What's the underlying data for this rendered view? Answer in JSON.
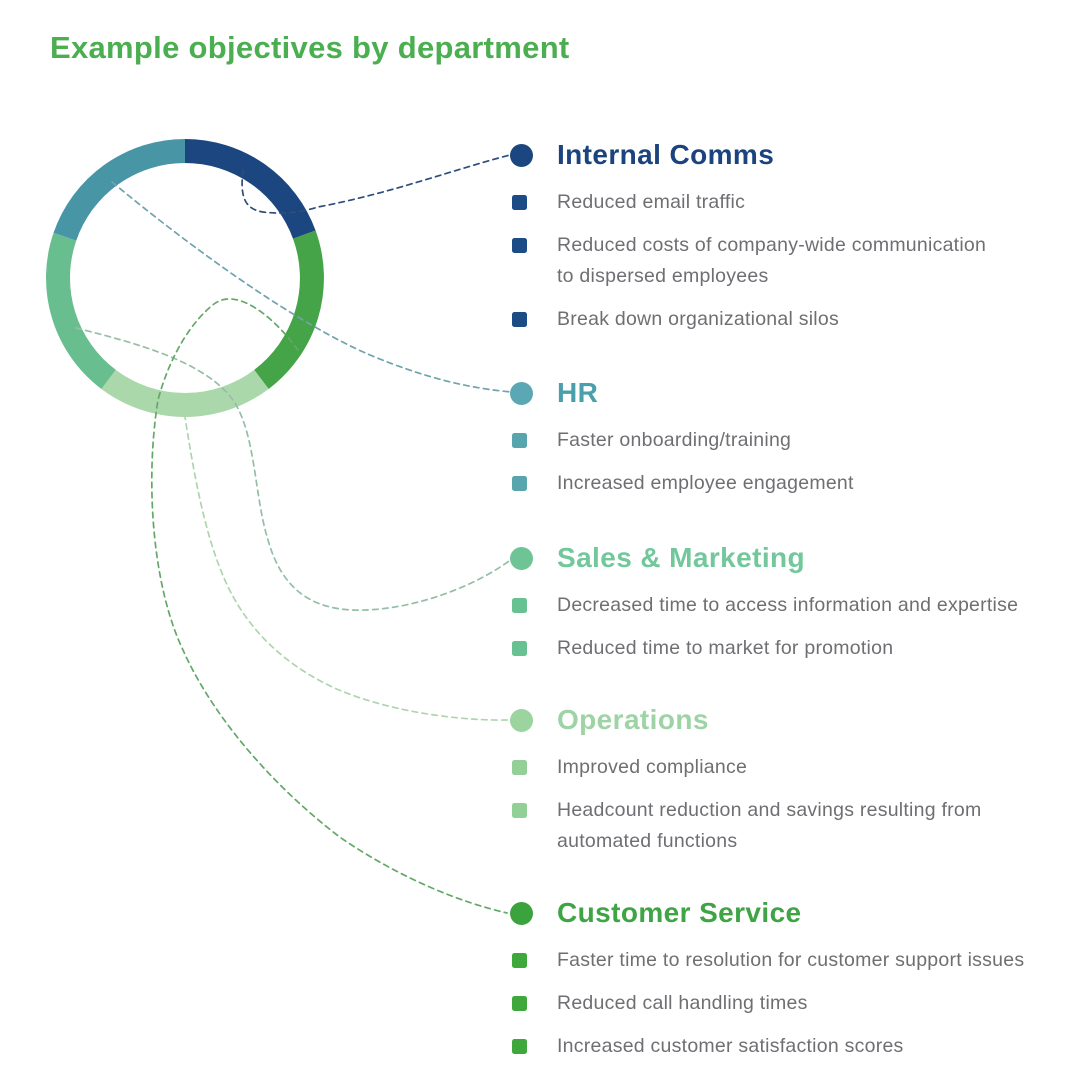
{
  "title": {
    "text": "Example objectives by department",
    "color": "#4BAE50"
  },
  "donut": {
    "description": "donut-ring-of-department-colors",
    "segments": [
      {
        "id": "internal-comms",
        "label": "Internal Comms",
        "color": "#1B4680",
        "start_deg": 0,
        "end_deg": 70
      },
      {
        "id": "customer-service",
        "label": "Customer Service",
        "color": "#44A447",
        "start_deg": 70,
        "end_deg": 143
      },
      {
        "id": "operations",
        "label": "Operations",
        "color": "#ABD8AB",
        "start_deg": 143,
        "end_deg": 217
      },
      {
        "id": "sales-marketing",
        "label": "Sales & Marketing",
        "color": "#69BE90",
        "start_deg": 217,
        "end_deg": 289
      },
      {
        "id": "hr",
        "label": "HR",
        "color": "#4895A5",
        "start_deg": 289,
        "end_deg": 360
      }
    ]
  },
  "body_text_color": "#6F6F73",
  "sections": [
    {
      "id": "internal-comms",
      "label": "Internal Comms",
      "header_color": "#1B437E",
      "dot_color": "#1B4680",
      "bullet_color": "#1D4B86",
      "line_color": "#2E4D7B",
      "items": [
        "Reduced email traffic",
        "Reduced costs of company-wide communication\nto dispersed employees",
        "Break down organizational silos"
      ]
    },
    {
      "id": "hr",
      "label": "HR",
      "header_color": "#4A9FAC",
      "dot_color": "#5BA7B3",
      "bullet_color": "#58A5AE",
      "line_color": "#6FA3AE",
      "items": [
        "Faster onboarding/training",
        "Increased employee engagement"
      ]
    },
    {
      "id": "sales-marketing",
      "label": "Sales & Marketing",
      "header_color": "#72C79B",
      "dot_color": "#6FC496",
      "bullet_color": "#68C191",
      "line_color": "#94BFA6",
      "items": [
        "Decreased time to access information and expertise",
        "Reduced time to market for promotion"
      ]
    },
    {
      "id": "operations",
      "label": "Operations",
      "header_color": "#9ED4A5",
      "dot_color": "#9BD49E",
      "bullet_color": "#93D098",
      "line_color": "#AED5AE",
      "items": [
        "Improved compliance",
        "Headcount reduction and savings resulting from\nautomated functions"
      ]
    },
    {
      "id": "customer-service",
      "label": "Customer Service",
      "header_color": "#3EA444",
      "dot_color": "#3AA33E",
      "bullet_color": "#3FA83C",
      "line_color": "#64A867",
      "items": [
        "Faster time to resolution for customer support issues",
        "Reduced call handling times",
        "Increased customer satisfaction scores"
      ]
    }
  ]
}
